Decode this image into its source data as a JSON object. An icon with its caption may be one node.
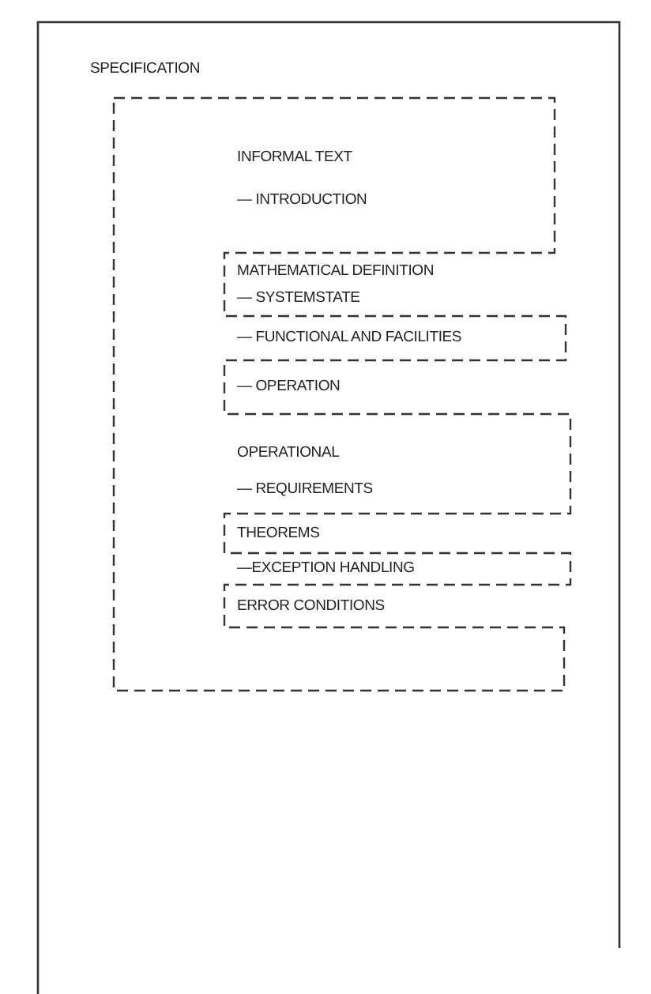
{
  "diagram": {
    "nodes": [
      {
        "text": [
          "SPECIFICATION",
          "INFORMAL TEXT",
          "— INTRODUCTION",
          "MATHEMATICAL DEFINITION",
          "— SYSTEMSTATE",
          "— FUNCTIONAL AND FACILITIES",
          "— OPERATION",
          "OPERATIONAL",
          "— REQUIREMENTS",
          "THEOREMS",
          "—EXCEPTION HANDLING",
          "ERROR CONDITIONS"
        ]
      }
    ]
  }
}
